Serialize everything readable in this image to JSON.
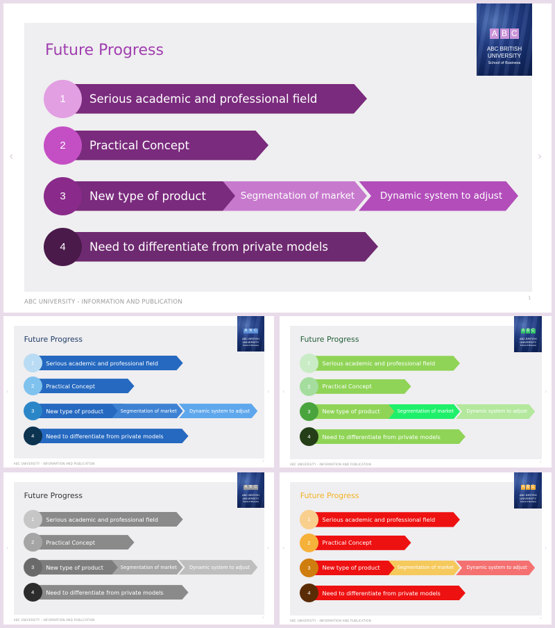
{
  "slide": {
    "title": "Future Progress",
    "footer": "ABC UNIVERSITY - INFORMATION AND PUBLICATION",
    "page_number": "1",
    "logo": {
      "letters": [
        "A",
        "B",
        "C"
      ],
      "line1": "ABC BRITISH",
      "line2": "UNIVERSITY",
      "line3": "School of Business"
    },
    "rows": [
      {
        "number": "1",
        "label": "Serious academic and professional field",
        "extras": []
      },
      {
        "number": "2",
        "label": "Practical Concept",
        "extras": []
      },
      {
        "number": "3",
        "label": "New type of product",
        "extras": [
          "Segmentation of market",
          "Dynamic system to adjust"
        ]
      },
      {
        "number": "4",
        "label": "Need to differentiate from private models",
        "extras": []
      }
    ]
  },
  "themes": [
    {
      "name": "purple",
      "title_color": "#a03fb0",
      "logo_letter_bg": "#c994d8",
      "circles": [
        "#e29fe2",
        "#c44fc4",
        "#8a2a8a",
        "#4a1a4a"
      ],
      "arrows": [
        "#7a2b7d",
        "#7a2b7d",
        "#7a2b7d",
        "#6e2a70"
      ],
      "extras": [
        "#c779cd",
        "#b24dba"
      ]
    },
    {
      "name": "blue",
      "title_color": "#1d3c66",
      "logo_letter_bg": "#5a8fd6",
      "circles": [
        "#b9dcf4",
        "#80c2ee",
        "#2b86c8",
        "#0c3350"
      ],
      "arrows": [
        "#2569c0",
        "#2569c0",
        "#2569c0",
        "#2569c0"
      ],
      "extras": [
        "#3e82d3",
        "#5ea7ec"
      ]
    },
    {
      "name": "green",
      "title_color": "#22603a",
      "logo_letter_bg": "#34c46a",
      "circles": [
        "#c9ecc6",
        "#a4dd9e",
        "#4aa43d",
        "#243e18"
      ],
      "arrows": [
        "#8fd456",
        "#8fd456",
        "#8fd456",
        "#8fd456"
      ],
      "extras": [
        "#1ef06a",
        "#b3e89d"
      ]
    },
    {
      "name": "gray",
      "title_color": "#333333",
      "logo_letter_bg": "#9b9b9b",
      "circles": [
        "#c6c6c6",
        "#a5a5a5",
        "#6a6a6a",
        "#2c2c2c"
      ],
      "arrows": [
        "#8a8a8a",
        "#8a8a8a",
        "#7d7d7d",
        "#8a8a8a"
      ],
      "extras": [
        "#a5a5a5",
        "#bebebe"
      ]
    },
    {
      "name": "red-orange",
      "title_color": "#f2b21f",
      "logo_letter_bg": "#f6b13a",
      "circles": [
        "#f9cf8e",
        "#f6b13a",
        "#cf7d0e",
        "#5a2c06"
      ],
      "arrows": [
        "#ee1111",
        "#ee1111",
        "#ee1111",
        "#ee1111"
      ],
      "extras": [
        "#f5c95c",
        "#f57171"
      ]
    }
  ],
  "nav": {
    "prev_glyph": "‹",
    "next_glyph": "›"
  }
}
